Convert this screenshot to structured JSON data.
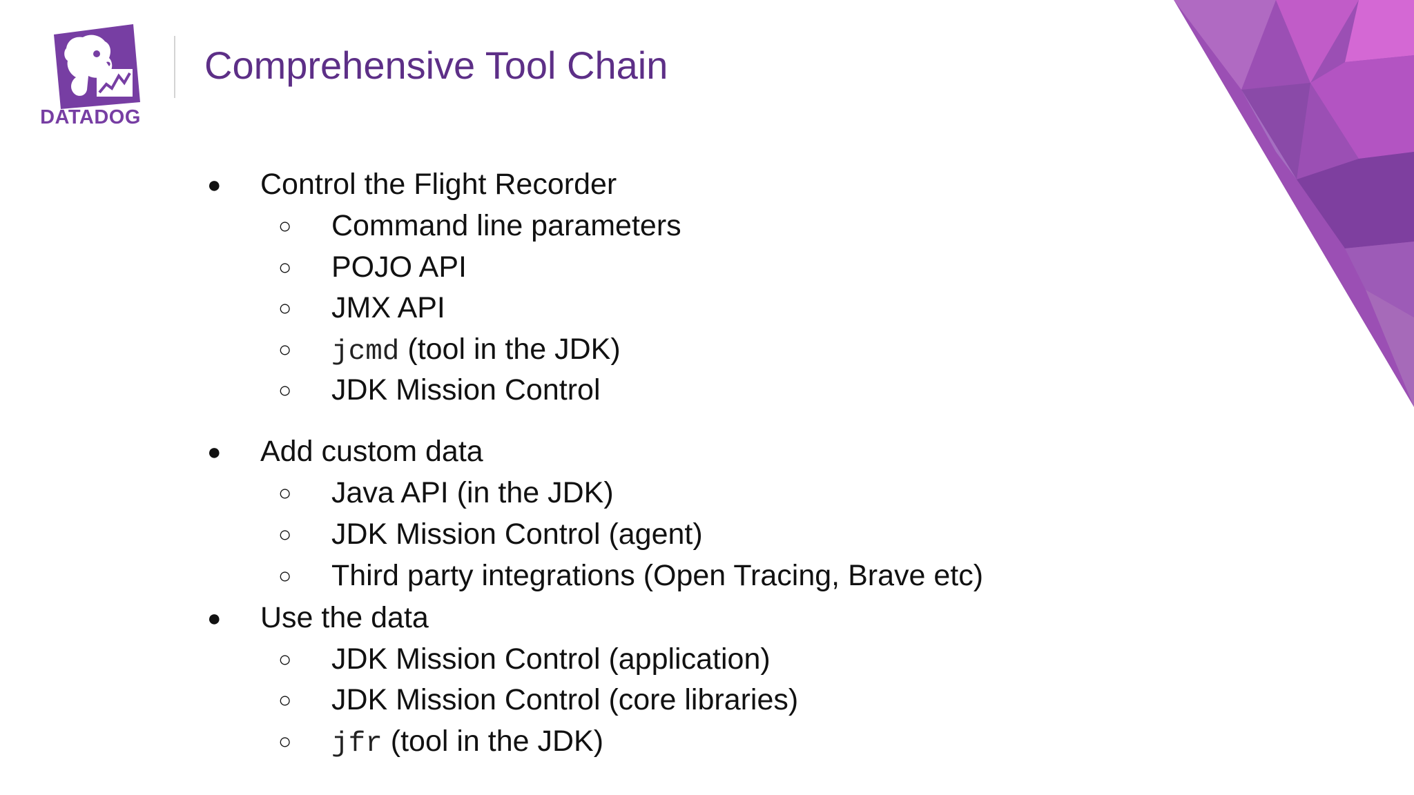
{
  "logo": {
    "text": "DATADOG",
    "icon": "datadog-dog-icon"
  },
  "title": "Comprehensive Tool Chain",
  "colors": {
    "brand": "#773ea3",
    "title": "#5d2f87",
    "text": "#111111"
  },
  "bullets": [
    {
      "text": "Control the Flight Recorder",
      "children": [
        {
          "text": "Command line parameters"
        },
        {
          "text": "POJO API"
        },
        {
          "text": "JMX API"
        },
        {
          "code": "jcmd",
          "text": " (tool in the JDK)"
        },
        {
          "text": "JDK Mission Control"
        }
      ]
    },
    {
      "text": "Add custom data",
      "children": [
        {
          "text": "Java API (in the JDK)"
        },
        {
          "text": "JDK Mission Control (agent)"
        },
        {
          "text": "Third party integrations (Open Tracing, Brave etc)"
        }
      ]
    },
    {
      "text": "Use the data",
      "children": [
        {
          "text": "JDK Mission Control (application)"
        },
        {
          "text": "JDK Mission Control (core libraries)"
        },
        {
          "code": "jfr",
          "text": " (tool in the JDK)"
        }
      ]
    }
  ],
  "markers": {
    "level1": "●",
    "level2": "○"
  }
}
